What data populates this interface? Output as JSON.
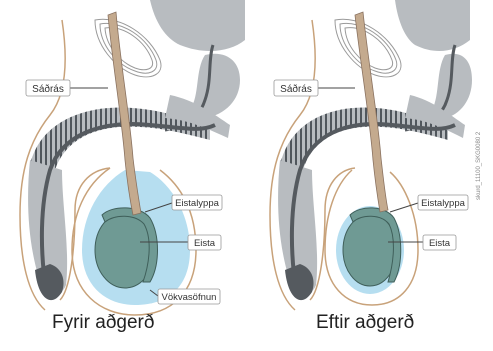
{
  "panels": {
    "before": {
      "caption": "Fyrir aðgerð",
      "labels": {
        "urethra": "Sáðrás",
        "epididymis": "Eistalyppa",
        "testis": "Eista",
        "fluid": "Vökvasöfnun"
      }
    },
    "after": {
      "caption": "Eftir aðgerð",
      "labels": {
        "urethra": "Sáðrás",
        "epididymis": "Eistalyppa",
        "testis": "Eista"
      }
    }
  },
  "side_code": "skurd_11100_SKG0080 2",
  "colors": {
    "tissue_gray": "#b8bcc0",
    "dark_gray": "#555a5f",
    "outline_brown": "#c8a27a",
    "cord_tan": "#c4aa8e",
    "testis_green": "#6f9a94",
    "fluid_blue": "#b6def0"
  }
}
